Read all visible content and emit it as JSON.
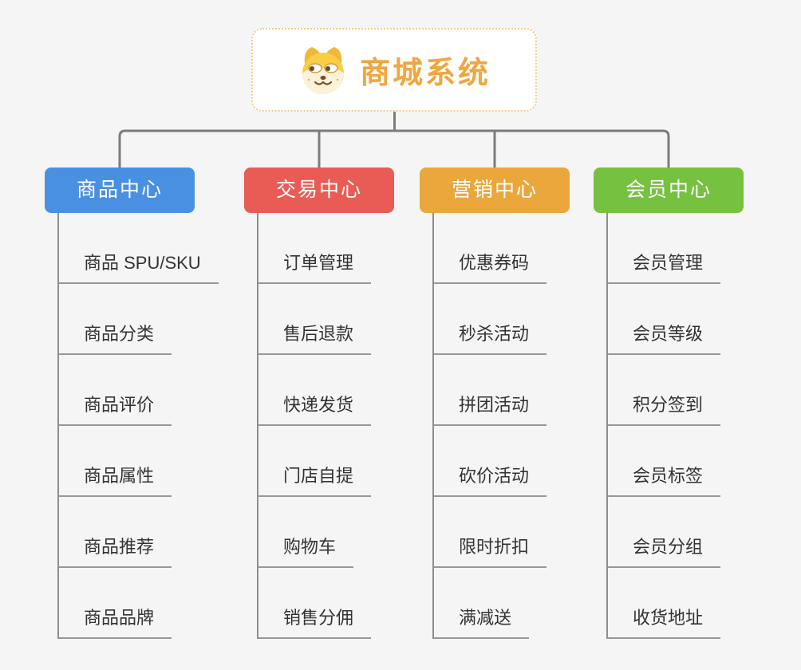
{
  "page": {
    "background_color": "#F5F5F5",
    "connector_color": "#7C7C7C",
    "branch_line_color": "#979797",
    "item_text_color": "#333333"
  },
  "root": {
    "icon": "dog-face-icon",
    "title": "商城系统",
    "title_color": "#F0A63E",
    "border_color": "#F3C98B",
    "background_color": "#FFFFFF"
  },
  "branches": [
    {
      "label": "商品中心",
      "color": "#4A90E2",
      "items": [
        "商品 SPU/SKU",
        "商品分类",
        "商品评价",
        "商品属性",
        "商品推荐",
        "商品品牌"
      ]
    },
    {
      "label": "交易中心",
      "color": "#E95C55",
      "items": [
        "订单管理",
        "售后退款",
        "快递发货",
        "门店自提",
        "购物车",
        "销售分佣"
      ]
    },
    {
      "label": "营销中心",
      "color": "#EBA73C",
      "items": [
        "优惠券码",
        "秒杀活动",
        "拼团活动",
        "砍价活动",
        "限时折扣",
        "满减送"
      ]
    },
    {
      "label": "会员中心",
      "color": "#76C13F",
      "items": [
        "会员管理",
        "会员等级",
        "积分签到",
        "会员标签",
        "会员分组",
        "收货地址"
      ]
    }
  ]
}
